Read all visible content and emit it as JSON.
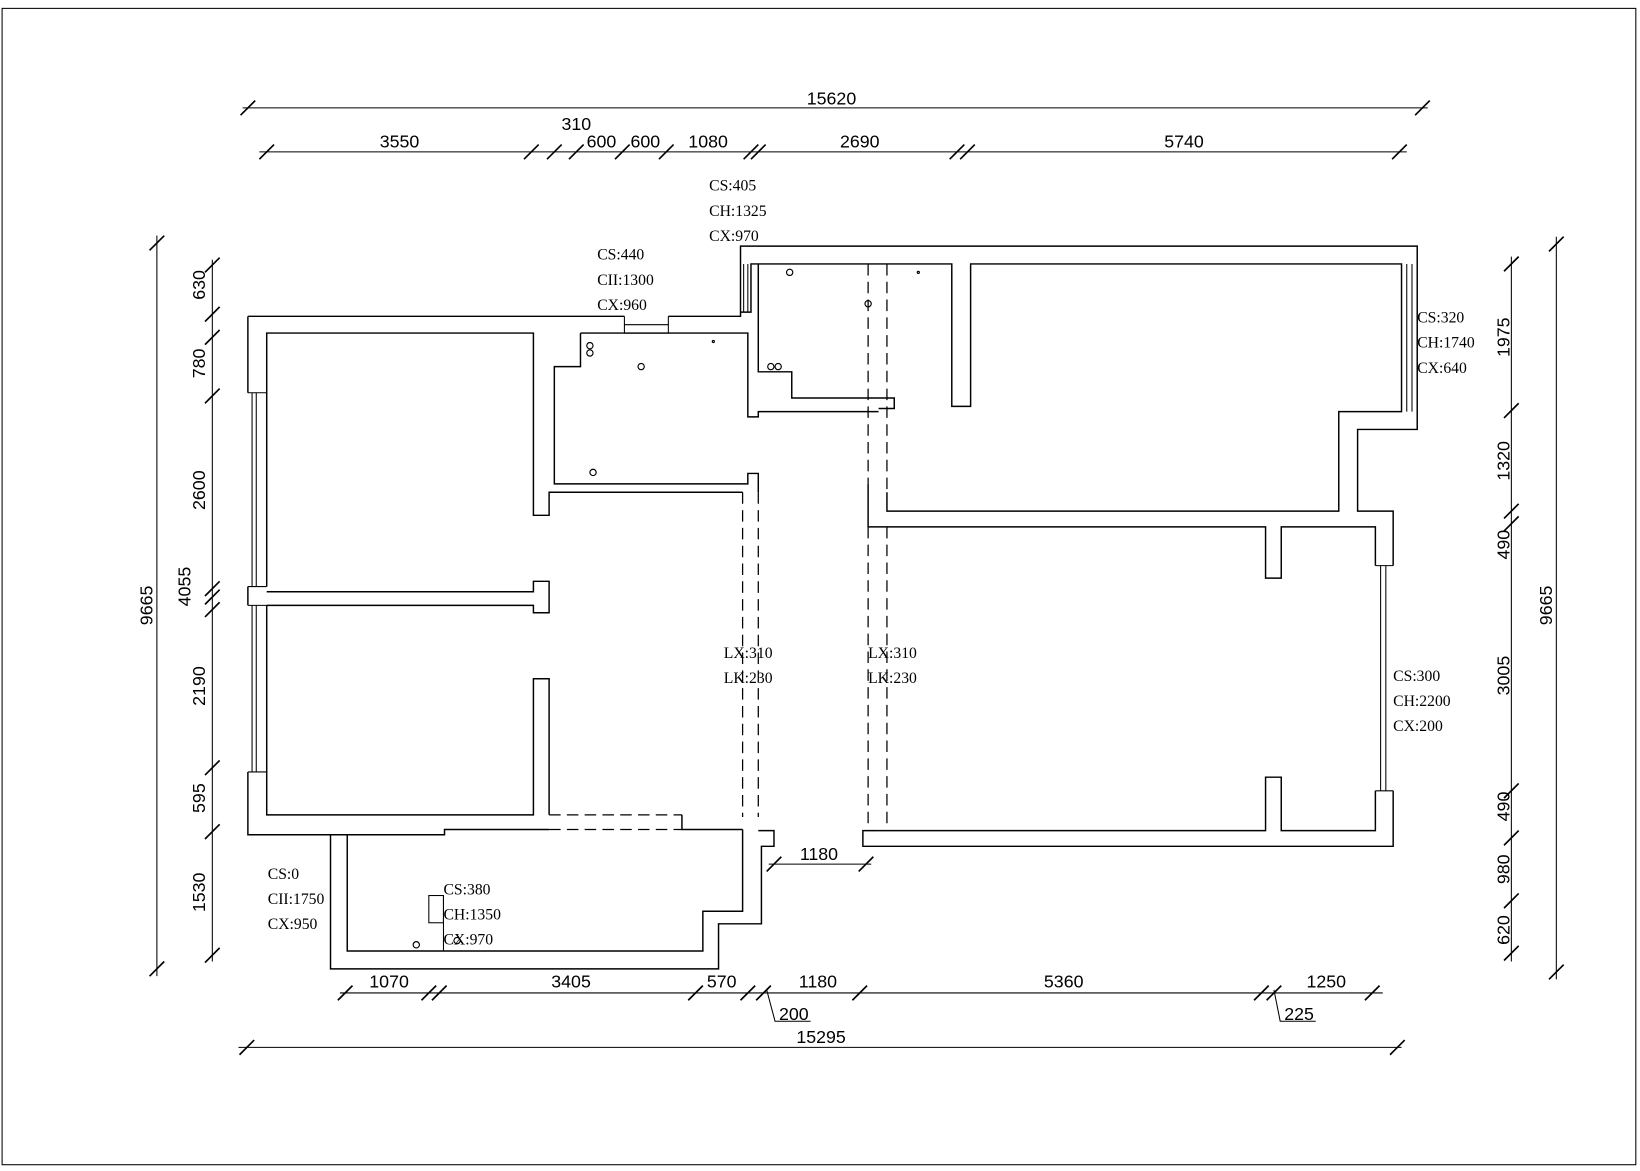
{
  "drawing": {
    "dims_top": {
      "total": "15620",
      "offset": "310",
      "segments": [
        "3550",
        "600",
        "600",
        "1080",
        "2690",
        "5740"
      ]
    },
    "dims_bottom": {
      "segments": [
        "1070",
        "3405",
        "570",
        "1180",
        "5360",
        "1250"
      ],
      "leaders": [
        "200",
        "225"
      ],
      "total": "15295"
    },
    "dims_left": {
      "total": "9665",
      "segments": [
        "630",
        "780",
        "2600",
        "4055",
        "2190",
        "595",
        "1530"
      ]
    },
    "dims_right": {
      "total": "9665",
      "segments": [
        "1975",
        "1320",
        "490",
        "3005",
        "490",
        "980",
        "620"
      ]
    },
    "dim_middle": "1180",
    "openings": [
      {
        "lines": [
          "CS:405",
          "CH:1325",
          "CX:970"
        ]
      },
      {
        "lines": [
          "CS:440",
          "CII:1300",
          "CX:960"
        ]
      },
      {
        "lines": [
          "CS:320",
          "CH:1740",
          "CX:640"
        ]
      },
      {
        "lines": [
          "LX:310",
          "LK:230"
        ]
      },
      {
        "lines": [
          "LX:310",
          "LK:230"
        ]
      },
      {
        "lines": [
          "CS:300",
          "CH:2200",
          "CX:200"
        ]
      },
      {
        "lines": [
          "CS:0",
          "CII:1750",
          "CX:950"
        ]
      },
      {
        "lines": [
          "CS:380",
          "CH:1350",
          "CX:970"
        ]
      }
    ],
    "line_color": "#000000",
    "background": "#ffffff"
  }
}
